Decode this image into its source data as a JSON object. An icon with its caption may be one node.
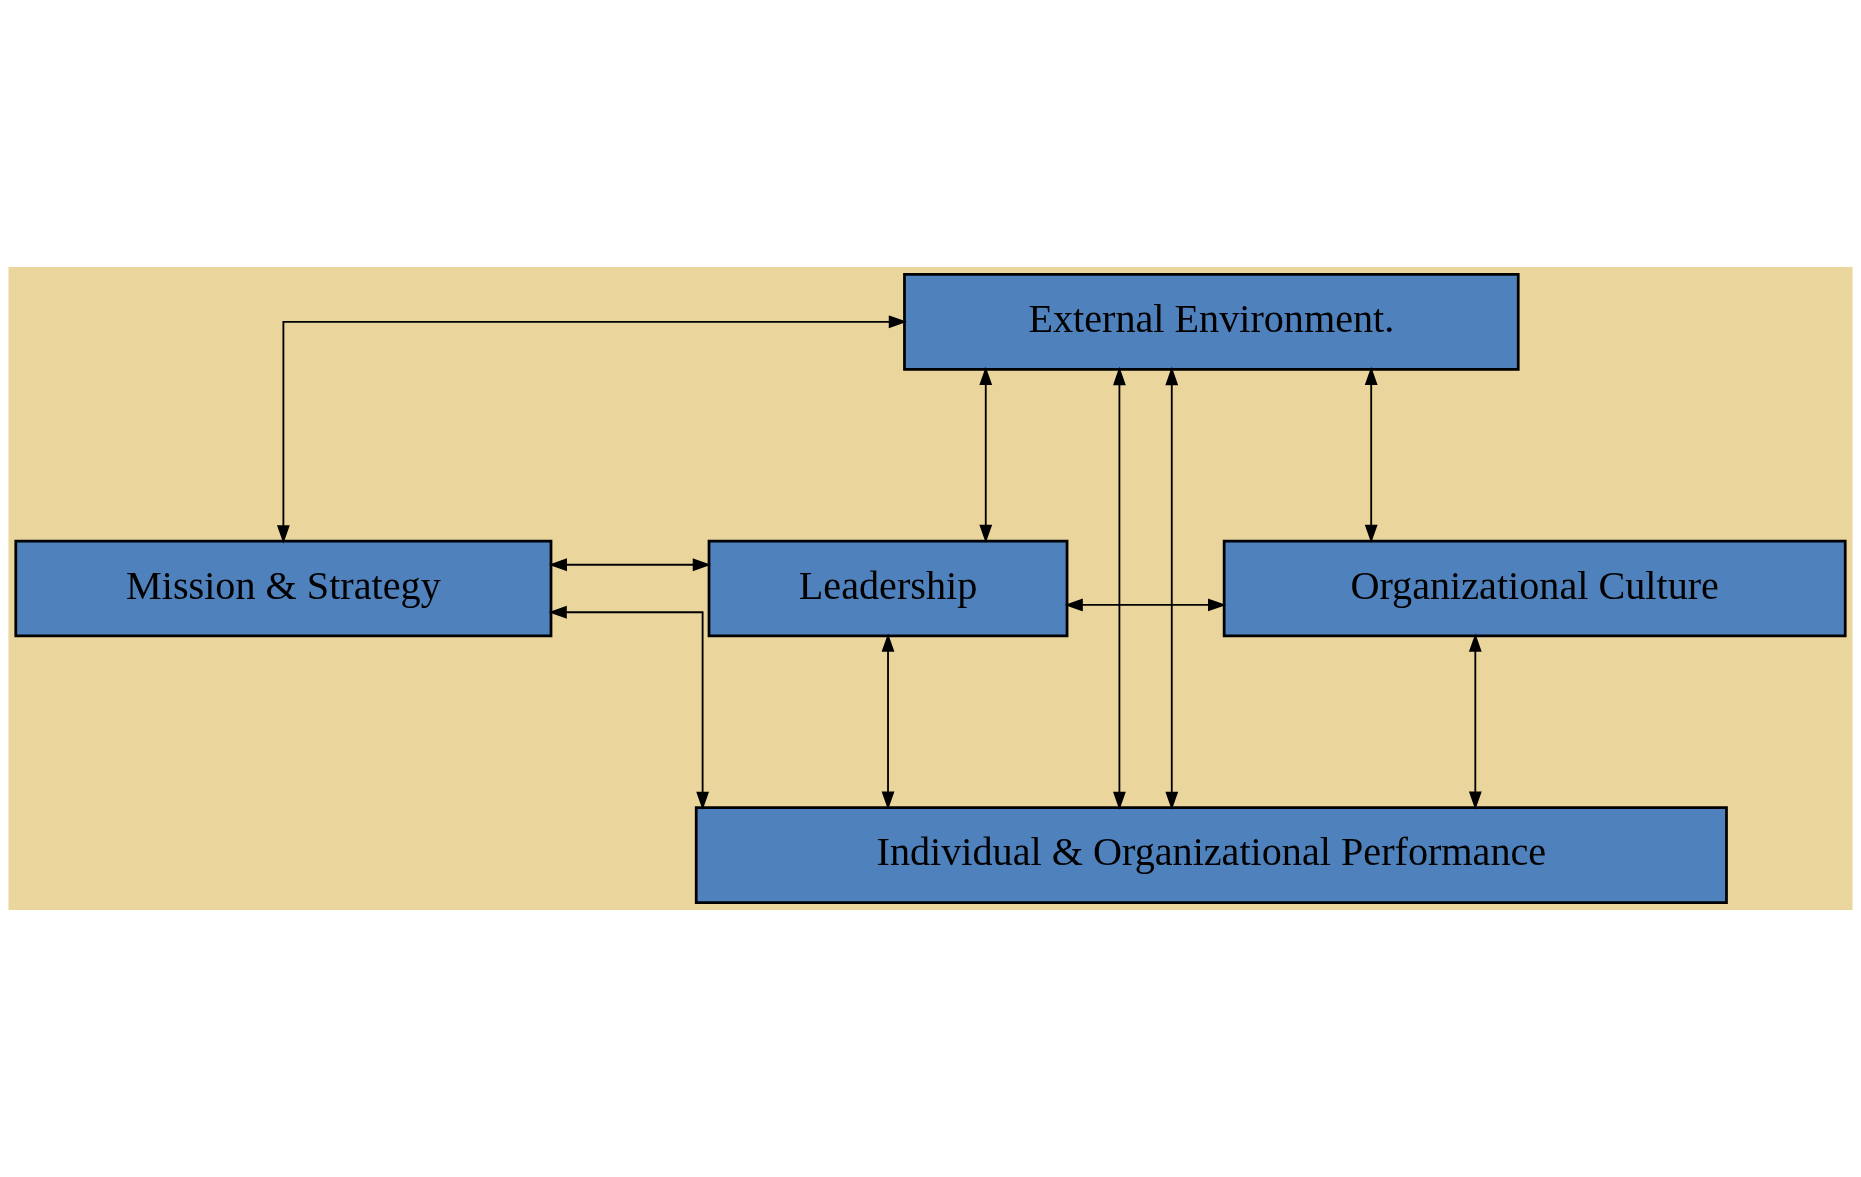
{
  "diagram": {
    "nodes": [
      {
        "text": [
          "External Environment."
        ]
      },
      {
        "text": [
          "Leadership"
        ]
      },
      {
        "text": [
          "Mission & Strategy"
        ]
      },
      {
        "text": [
          "Organizational Culture"
        ]
      },
      {
        "text": [
          "Individual & Organizational Performance"
        ]
      }
    ],
    "edges": [
      {
        "from": 0,
        "to": 1,
        "arrow": "both"
      },
      {
        "from": 0,
        "to": 2,
        "arrow": "both"
      },
      {
        "from": 0,
        "to": 3,
        "arrow": "both"
      },
      {
        "from": 1,
        "to": 2,
        "arrow": "both"
      },
      {
        "from": 1,
        "to": 3,
        "arrow": "both"
      },
      {
        "from": 1,
        "to": 4,
        "arrow": "both"
      },
      {
        "from": 2,
        "to": 4,
        "arrow": "both"
      },
      {
        "from": 3,
        "to": 4,
        "arrow": "both"
      },
      {
        "from": 0,
        "to": 4,
        "arrow": "both"
      },
      {
        "from": 0,
        "to": 4,
        "arrow": "both"
      }
    ]
  }
}
